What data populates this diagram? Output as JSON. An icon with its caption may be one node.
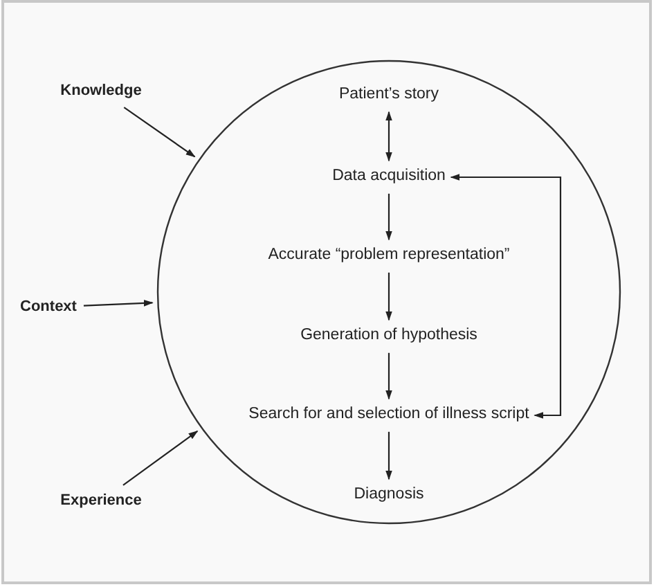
{
  "diagram": {
    "nodes": [
      {
        "text": [],
        "shape": "circle"
      },
      {
        "text": [
          "Knowledge"
        ]
      },
      {
        "text": [
          "Context"
        ]
      },
      {
        "text": [
          "Experience"
        ]
      },
      {
        "text": [
          "Patient’s story"
        ],
        "in": 0
      },
      {
        "text": [
          "Data acquisition"
        ],
        "in": 0
      },
      {
        "text": [
          "Accurate “problem representation”"
        ],
        "in": 0
      },
      {
        "text": [
          "Generation of hypothesis"
        ],
        "in": 0
      },
      {
        "text": [
          "Search for and selection of illness script"
        ],
        "in": 0
      },
      {
        "text": [
          "Diagnosis"
        ],
        "in": 0
      }
    ],
    "edges": [
      {
        "from": 1,
        "to": 0,
        "arrow": "to"
      },
      {
        "from": 2,
        "to": 0,
        "arrow": "to"
      },
      {
        "from": 3,
        "to": 0,
        "arrow": "to"
      },
      {
        "from": 4,
        "to": 5,
        "arrow": "both"
      },
      {
        "from": 5,
        "to": 6,
        "arrow": "to"
      },
      {
        "from": 6,
        "to": 7,
        "arrow": "to"
      },
      {
        "from": 7,
        "to": 8,
        "arrow": "to"
      },
      {
        "from": 8,
        "to": 9,
        "arrow": "to"
      },
      {
        "from": 5,
        "to": 8,
        "arrow": "both"
      }
    ]
  }
}
